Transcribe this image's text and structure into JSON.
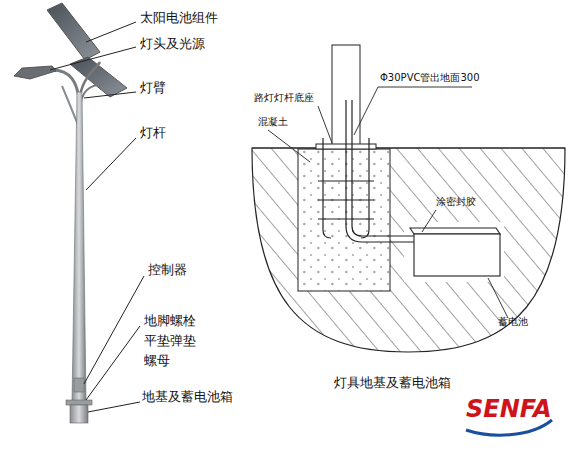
{
  "diagram": {
    "caption": "灯具地基及蓄电池箱",
    "labels": [
      "太阳电池组件",
      "灯头及光源",
      "灯臂",
      "灯杆",
      "控制器",
      "地脚螺栓",
      "平垫弹垫",
      "螺母",
      "地基及蓄电池箱",
      "Φ30PVC管出地面300",
      "路灯灯杆底座",
      "混凝土",
      "涂密封胶",
      "蓄电池",
      "SENFA"
    ]
  }
}
